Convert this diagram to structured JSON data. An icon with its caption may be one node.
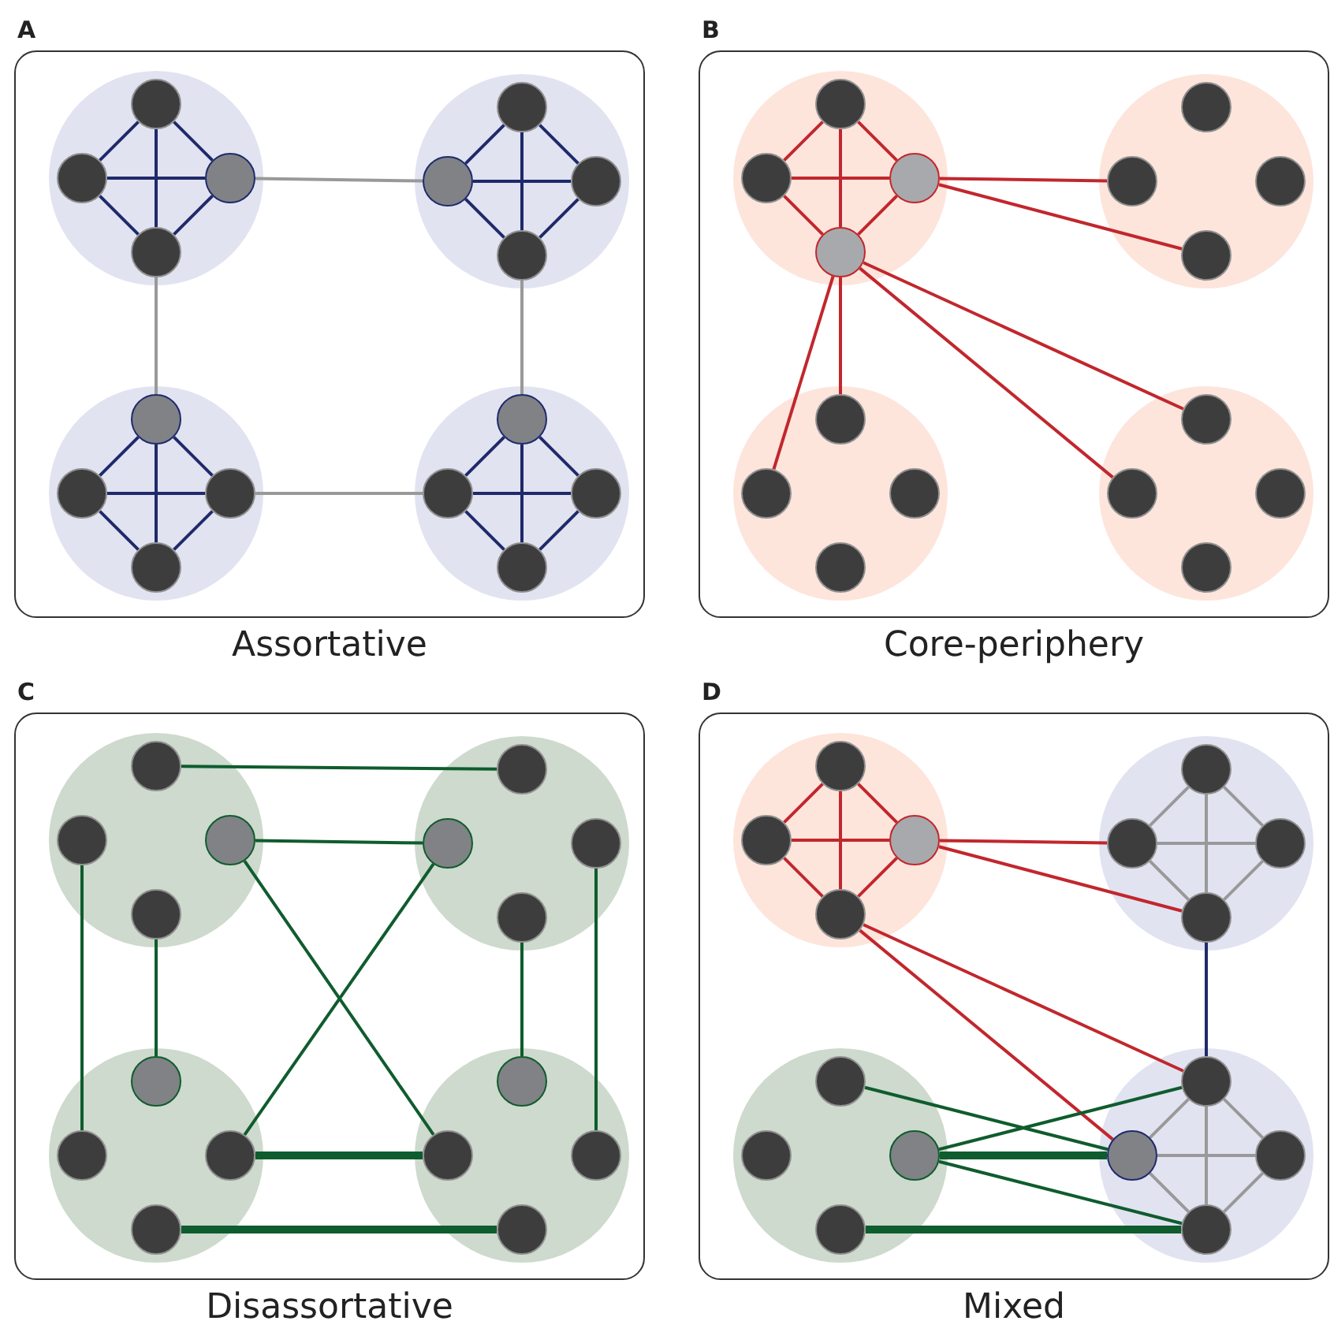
{
  "diagram": {
    "nodes": [
      {
        "text": [
          "A",
          "Assortative"
        ]
      },
      {
        "text": [],
        "shape": "circle",
        "in": 0
      },
      {
        "text": [],
        "shape": "circle",
        "in": 1
      },
      {
        "text": [],
        "shape": "circle",
        "in": 1
      },
      {
        "text": [],
        "shape": "circle",
        "in": 1
      },
      {
        "text": [],
        "shape": "circle",
        "in": 1
      },
      {
        "text": [],
        "shape": "circle",
        "in": 0
      },
      {
        "text": [],
        "shape": "circle",
        "in": 6
      },
      {
        "text": [],
        "shape": "circle",
        "in": 6
      },
      {
        "text": [],
        "shape": "circle",
        "in": 6
      },
      {
        "text": [],
        "shape": "circle",
        "in": 6
      },
      {
        "text": [],
        "shape": "circle",
        "in": 0
      },
      {
        "text": [],
        "shape": "circle",
        "in": 11
      },
      {
        "text": [],
        "shape": "circle",
        "in": 11
      },
      {
        "text": [],
        "shape": "circle",
        "in": 11
      },
      {
        "text": [],
        "shape": "circle",
        "in": 11
      },
      {
        "text": [],
        "shape": "circle",
        "in": 0
      },
      {
        "text": [],
        "shape": "circle",
        "in": 16
      },
      {
        "text": [],
        "shape": "circle",
        "in": 16
      },
      {
        "text": [],
        "shape": "circle",
        "in": 16
      },
      {
        "text": [],
        "shape": "circle",
        "in": 16
      },
      {
        "text": [
          "B",
          "Core-periphery"
        ]
      },
      {
        "text": [],
        "shape": "circle",
        "in": 21
      },
      {
        "text": [],
        "shape": "circle",
        "in": 22
      },
      {
        "text": [],
        "shape": "circle",
        "in": 22
      },
      {
        "text": [],
        "shape": "circle",
        "in": 22
      },
      {
        "text": [],
        "shape": "circle",
        "in": 22
      },
      {
        "text": [],
        "shape": "circle",
        "in": 21
      },
      {
        "text": [],
        "shape": "circle",
        "in": 27
      },
      {
        "text": [],
        "shape": "circle",
        "in": 27
      },
      {
        "text": [],
        "shape": "circle",
        "in": 27
      },
      {
        "text": [],
        "shape": "circle",
        "in": 27
      },
      {
        "text": [],
        "shape": "circle",
        "in": 21
      },
      {
        "text": [],
        "shape": "circle",
        "in": 32
      },
      {
        "text": [],
        "shape": "circle",
        "in": 32
      },
      {
        "text": [],
        "shape": "circle",
        "in": 32
      },
      {
        "text": [],
        "shape": "circle",
        "in": 32
      },
      {
        "text": [],
        "shape": "circle",
        "in": 21
      },
      {
        "text": [],
        "shape": "circle",
        "in": 37
      },
      {
        "text": [],
        "shape": "circle",
        "in": 37
      },
      {
        "text": [],
        "shape": "circle",
        "in": 37
      },
      {
        "text": [],
        "shape": "circle",
        "in": 37
      },
      {
        "text": [
          "C",
          "Disassortative"
        ]
      },
      {
        "text": [],
        "shape": "circle",
        "in": 42
      },
      {
        "text": [],
        "shape": "circle",
        "in": 43
      },
      {
        "text": [],
        "shape": "circle",
        "in": 43
      },
      {
        "text": [],
        "shape": "circle",
        "in": 43
      },
      {
        "text": [],
        "shape": "circle",
        "in": 43
      },
      {
        "text": [],
        "shape": "circle",
        "in": 42
      },
      {
        "text": [],
        "shape": "circle",
        "in": 48
      },
      {
        "text": [],
        "shape": "circle",
        "in": 48
      },
      {
        "text": [],
        "shape": "circle",
        "in": 48
      },
      {
        "text": [],
        "shape": "circle",
        "in": 48
      },
      {
        "text": [],
        "shape": "circle",
        "in": 42
      },
      {
        "text": [],
        "shape": "circle",
        "in": 53
      },
      {
        "text": [],
        "shape": "circle",
        "in": 53
      },
      {
        "text": [],
        "shape": "circle",
        "in": 53
      },
      {
        "text": [],
        "shape": "circle",
        "in": 53
      },
      {
        "text": [],
        "shape": "circle",
        "in": 42
      },
      {
        "text": [],
        "shape": "circle",
        "in": 58
      },
      {
        "text": [],
        "shape": "circle",
        "in": 58
      },
      {
        "text": [],
        "shape": "circle",
        "in": 58
      },
      {
        "text": [],
        "shape": "circle",
        "in": 58
      },
      {
        "text": [
          "D",
          "Mixed"
        ]
      },
      {
        "text": [],
        "shape": "circle",
        "in": 63
      },
      {
        "text": [],
        "shape": "circle",
        "in": 64
      },
      {
        "text": [],
        "shape": "circle",
        "in": 64
      },
      {
        "text": [],
        "shape": "circle",
        "in": 64
      },
      {
        "text": [],
        "shape": "circle",
        "in": 64
      },
      {
        "text": [],
        "shape": "circle",
        "in": 63
      },
      {
        "text": [],
        "shape": "circle",
        "in": 69
      },
      {
        "text": [],
        "shape": "circle",
        "in": 69
      },
      {
        "text": [],
        "shape": "circle",
        "in": 69
      },
      {
        "text": [],
        "shape": "circle",
        "in": 69
      },
      {
        "text": [],
        "shape": "circle",
        "in": 63
      },
      {
        "text": [],
        "shape": "circle",
        "in": 74
      },
      {
        "text": [],
        "shape": "circle",
        "in": 74
      },
      {
        "text": [],
        "shape": "circle",
        "in": 74
      },
      {
        "text": [],
        "shape": "circle",
        "in": 74
      },
      {
        "text": [],
        "shape": "circle",
        "in": 63
      },
      {
        "text": [],
        "shape": "circle",
        "in": 79
      },
      {
        "text": [],
        "shape": "circle",
        "in": 79
      },
      {
        "text": [],
        "shape": "circle",
        "in": 79
      },
      {
        "text": [],
        "shape": "circle",
        "in": 79
      }
    ],
    "edges": [
      {
        "from": 2,
        "to": 3,
        "arrow": "none"
      },
      {
        "from": 2,
        "to": 4,
        "arrow": "none"
      },
      {
        "from": 2,
        "to": 5,
        "arrow": "none"
      },
      {
        "from": 3,
        "to": 4,
        "arrow": "none"
      },
      {
        "from": 3,
        "to": 5,
        "arrow": "none"
      },
      {
        "from": 4,
        "to": 5,
        "arrow": "none"
      },
      {
        "from": 7,
        "to": 8,
        "arrow": "none"
      },
      {
        "from": 7,
        "to": 9,
        "arrow": "none"
      },
      {
        "from": 7,
        "to": 10,
        "arrow": "none"
      },
      {
        "from": 8,
        "to": 9,
        "arrow": "none"
      },
      {
        "from": 8,
        "to": 10,
        "arrow": "none"
      },
      {
        "from": 9,
        "to": 10,
        "arrow": "none"
      },
      {
        "from": 12,
        "to": 13,
        "arrow": "none"
      },
      {
        "from": 12,
        "to": 14,
        "arrow": "none"
      },
      {
        "from": 12,
        "to": 15,
        "arrow": "none"
      },
      {
        "from": 13,
        "to": 14,
        "arrow": "none"
      },
      {
        "from": 13,
        "to": 15,
        "arrow": "none"
      },
      {
        "from": 14,
        "to": 15,
        "arrow": "none"
      },
      {
        "from": 17,
        "to": 18,
        "arrow": "none"
      },
      {
        "from": 17,
        "to": 19,
        "arrow": "none"
      },
      {
        "from": 17,
        "to": 20,
        "arrow": "none"
      },
      {
        "from": 18,
        "to": 19,
        "arrow": "none"
      },
      {
        "from": 18,
        "to": 20,
        "arrow": "none"
      },
      {
        "from": 19,
        "to": 20,
        "arrow": "none"
      },
      {
        "from": 4,
        "to": 8,
        "arrow": "none",
        "color": "#999999"
      },
      {
        "from": 5,
        "to": 12,
        "arrow": "none",
        "color": "#999999"
      },
      {
        "from": 10,
        "to": 17,
        "arrow": "none",
        "color": "#999999"
      },
      {
        "from": 14,
        "to": 18,
        "arrow": "none",
        "color": "#999999"
      },
      {
        "from": 23,
        "to": 24,
        "arrow": "none",
        "color": "#c1272d"
      },
      {
        "from": 23,
        "to": 25,
        "arrow": "none",
        "color": "#c1272d"
      },
      {
        "from": 23,
        "to": 26,
        "arrow": "none",
        "color": "#c1272d"
      },
      {
        "from": 24,
        "to": 25,
        "arrow": "none",
        "color": "#c1272d"
      },
      {
        "from": 24,
        "to": 26,
        "arrow": "none",
        "color": "#c1272d"
      },
      {
        "from": 25,
        "to": 26,
        "arrow": "none",
        "color": "#c1272d"
      },
      {
        "from": 25,
        "to": 29,
        "arrow": "none",
        "color": "#c1272d"
      },
      {
        "from": 25,
        "to": 31,
        "arrow": "none",
        "color": "#c1272d"
      },
      {
        "from": 26,
        "to": 33,
        "arrow": "none",
        "color": "#c1272d"
      },
      {
        "from": 26,
        "to": 34,
        "arrow": "none",
        "color": "#c1272d"
      },
      {
        "from": 26,
        "to": 38,
        "arrow": "none",
        "color": "#c1272d"
      },
      {
        "from": 26,
        "to": 39,
        "arrow": "none",
        "color": "#c1272d"
      },
      {
        "from": 44,
        "to": 49,
        "arrow": "none",
        "color": "#0f5c2e"
      },
      {
        "from": 46,
        "to": 50,
        "arrow": "none",
        "color": "#0f5c2e"
      },
      {
        "from": 45,
        "to": 55,
        "arrow": "none",
        "color": "#0f5c2e"
      },
      {
        "from": 47,
        "to": 54,
        "arrow": "none",
        "color": "#0f5c2e"
      },
      {
        "from": 46,
        "to": 60,
        "arrow": "none",
        "color": "#0f5c2e"
      },
      {
        "from": 50,
        "to": 56,
        "arrow": "none",
        "color": "#0f5c2e"
      },
      {
        "from": 52,
        "to": 59,
        "arrow": "none",
        "color": "#0f5c2e"
      },
      {
        "from": 51,
        "to": 61,
        "arrow": "none",
        "color": "#0f5c2e"
      },
      {
        "from": 56,
        "to": 60,
        "arrow": "none",
        "style": "thick",
        "color": "#0f5c2e"
      },
      {
        "from": 57,
        "to": 62,
        "arrow": "none",
        "style": "thick",
        "color": "#0f5c2e"
      },
      {
        "from": 65,
        "to": 66,
        "arrow": "none",
        "color": "#c1272d"
      },
      {
        "from": 65,
        "to": 67,
        "arrow": "none",
        "color": "#c1272d"
      },
      {
        "from": 65,
        "to": 68,
        "arrow": "none",
        "color": "#c1272d"
      },
      {
        "from": 66,
        "to": 67,
        "arrow": "none",
        "color": "#c1272d"
      },
      {
        "from": 66,
        "to": 68,
        "arrow": "none",
        "color": "#c1272d"
      },
      {
        "from": 67,
        "to": 68,
        "arrow": "none",
        "color": "#c1272d"
      },
      {
        "from": 70,
        "to": 71,
        "arrow": "none",
        "color": "#999999"
      },
      {
        "from": 70,
        "to": 72,
        "arrow": "none",
        "color": "#999999"
      },
      {
        "from": 70,
        "to": 73,
        "arrow": "none",
        "color": "#999999"
      },
      {
        "from": 71,
        "to": 72,
        "arrow": "none",
        "color": "#999999"
      },
      {
        "from": 71,
        "to": 73,
        "arrow": "none",
        "color": "#999999"
      },
      {
        "from": 72,
        "to": 73,
        "arrow": "none",
        "color": "#999999"
      },
      {
        "from": 80,
        "to": 81,
        "arrow": "none",
        "color": "#999999"
      },
      {
        "from": 80,
        "to": 82,
        "arrow": "none",
        "color": "#999999"
      },
      {
        "from": 80,
        "to": 83,
        "arrow": "none",
        "color": "#999999"
      },
      {
        "from": 81,
        "to": 82,
        "arrow": "none",
        "color": "#999999"
      },
      {
        "from": 81,
        "to": 83,
        "arrow": "none",
        "color": "#999999"
      },
      {
        "from": 82,
        "to": 83,
        "arrow": "none",
        "color": "#999999"
      },
      {
        "from": 67,
        "to": 71,
        "arrow": "none",
        "color": "#c1272d"
      },
      {
        "from": 67,
        "to": 73,
        "arrow": "none",
        "color": "#c1272d"
      },
      {
        "from": 68,
        "to": 80,
        "arrow": "none",
        "color": "#c1272d"
      },
      {
        "from": 68,
        "to": 81,
        "arrow": "none",
        "color": "#c1272d"
      },
      {
        "from": 73,
        "to": 80,
        "arrow": "none"
      },
      {
        "from": 75,
        "to": 81,
        "arrow": "none",
        "color": "#0f5c2e"
      },
      {
        "from": 77,
        "to": 80,
        "arrow": "none",
        "color": "#0f5c2e"
      },
      {
        "from": 77,
        "to": 81,
        "arrow": "none",
        "style": "thick",
        "color": "#0f5c2e"
      },
      {
        "from": 77,
        "to": 83,
        "arrow": "none",
        "color": "#0f5c2e"
      },
      {
        "from": 78,
        "to": 83,
        "arrow": "none",
        "style": "thick",
        "color": "#0f5c2e"
      }
    ]
  }
}
